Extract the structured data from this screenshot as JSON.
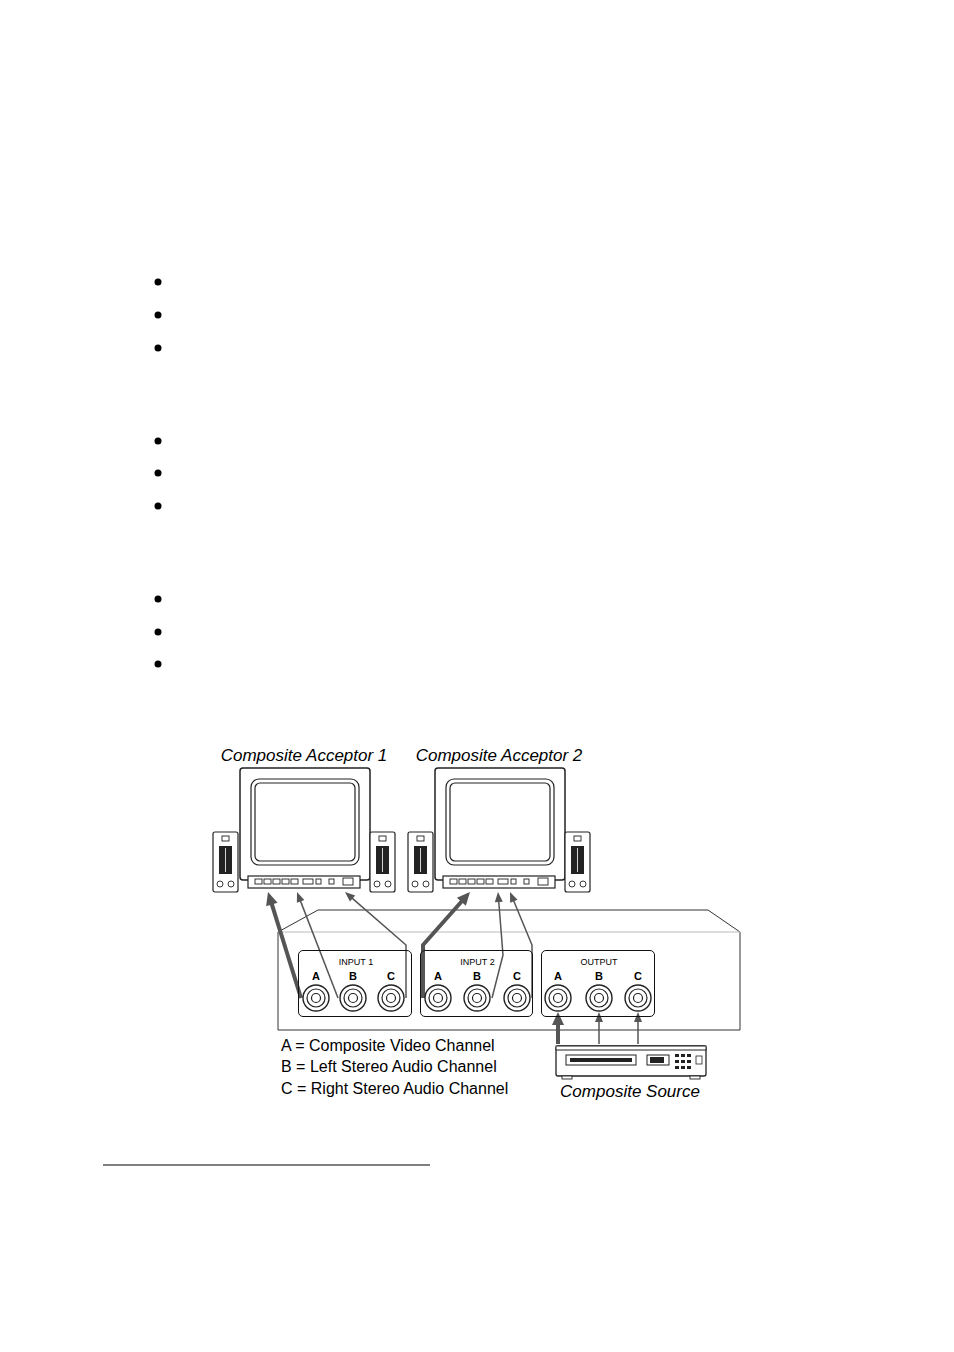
{
  "diagram": {
    "nodes": [
      {
        "text": [
          "Composite Acceptor 1"
        ]
      },
      {
        "text": [
          "Composite Acceptor 2"
        ]
      },
      {
        "text": [
          "INPUT 1"
        ]
      },
      {
        "text": [
          "A"
        ],
        "in": 2
      },
      {
        "text": [
          "B"
        ],
        "in": 2
      },
      {
        "text": [
          "C"
        ],
        "in": 2
      },
      {
        "text": [
          "INPUT 2"
        ]
      },
      {
        "text": [
          "A"
        ],
        "in": 6
      },
      {
        "text": [
          "B"
        ],
        "in": 6
      },
      {
        "text": [
          "C"
        ],
        "in": 6
      },
      {
        "text": [
          "OUTPUT"
        ]
      },
      {
        "text": [
          "A"
        ],
        "in": 10
      },
      {
        "text": [
          "B"
        ],
        "in": 10
      },
      {
        "text": [
          "C"
        ],
        "in": 10
      },
      {
        "text": [
          "Composite Source"
        ]
      }
    ],
    "edges": [
      {
        "from": 3,
        "to": 0,
        "arrow": "to"
      },
      {
        "from": 4,
        "to": 0,
        "arrow": "to"
      },
      {
        "from": 5,
        "to": 0,
        "arrow": "to"
      },
      {
        "from": 7,
        "to": 1,
        "arrow": "to"
      },
      {
        "from": 8,
        "to": 1,
        "arrow": "to"
      },
      {
        "from": 9,
        "to": 1,
        "arrow": "to"
      },
      {
        "from": 14,
        "to": 11,
        "arrow": "to"
      },
      {
        "from": 14,
        "to": 12,
        "arrow": "to"
      },
      {
        "from": 14,
        "to": 13,
        "arrow": "to"
      }
    ],
    "labels": [
      "A = Composite Video Channel",
      "B = Left Stereo Audio Channel",
      "C = Right Stereo Audio Channel"
    ]
  }
}
